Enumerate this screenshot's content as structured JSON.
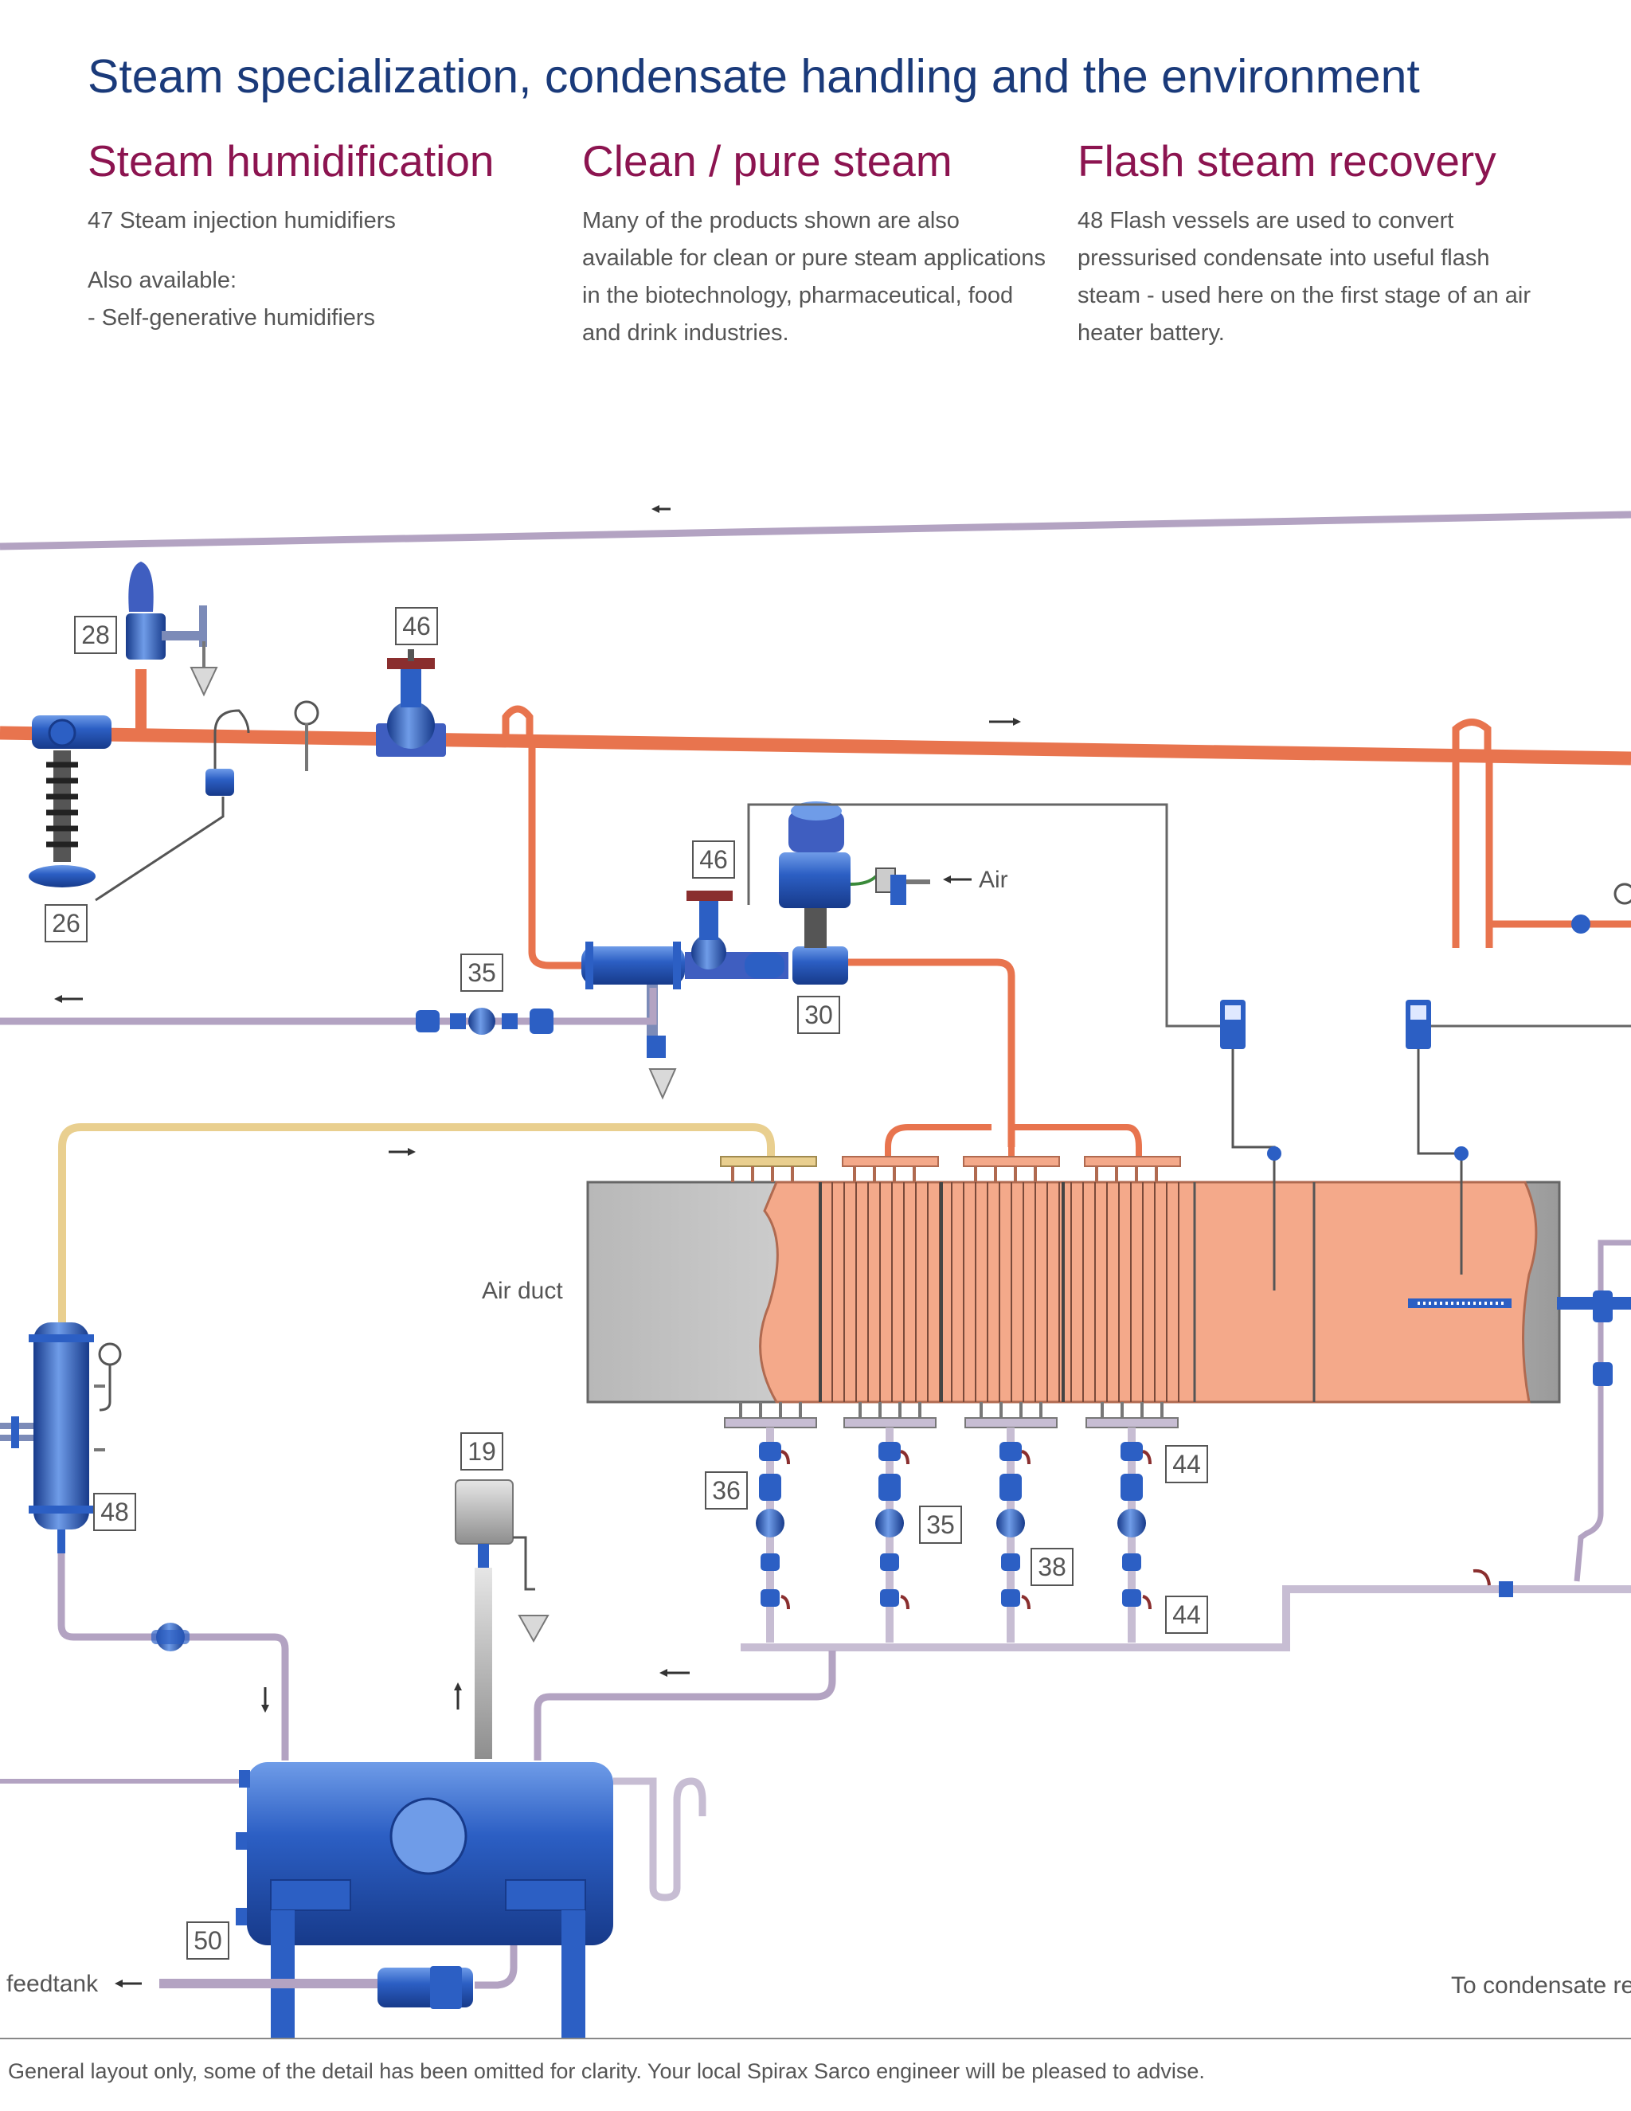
{
  "header": {
    "title": "Steam specialization, condensate handling and the environment"
  },
  "columns": [
    {
      "heading": "Steam humidification",
      "paragraphs": [
        "47 Steam injection humidifiers",
        "Also available:",
        "- Self-generative humidifiers"
      ]
    },
    {
      "heading": "Clean / pure steam",
      "paragraphs": [
        "Many of the products shown are also available for clean or pure steam applications in the biotechnology, pharmaceutical, food and drink industries."
      ]
    },
    {
      "heading": "Flash steam recovery",
      "paragraphs": [
        "48 Flash vessels are used to convert pressurised condensate into useful flash steam - used here on the first stage of an air heater battery."
      ]
    }
  ],
  "diagram": {
    "tags": [
      "28",
      "46",
      "26",
      "46",
      "35",
      "30",
      "19",
      "36",
      "35",
      "38",
      "44",
      "44",
      "48",
      "50"
    ],
    "labels": {
      "air": "Air",
      "air_duct": "Air duct",
      "feedtank": "feedtank",
      "to_condensate": "To condensate re"
    }
  },
  "footer": {
    "note": "General layout only, some of the detail has been omitted for clarity. Your local Spirax Sarco engineer will be pleased to advise."
  },
  "colors": {
    "title": "#1a3a7a",
    "heading": "#8c1450",
    "steam_pipe": "#e8744e",
    "condensate_pipe": "#b3a3c2",
    "equipment": "#2c5fc4",
    "duct_fill": "#f4a98a"
  }
}
